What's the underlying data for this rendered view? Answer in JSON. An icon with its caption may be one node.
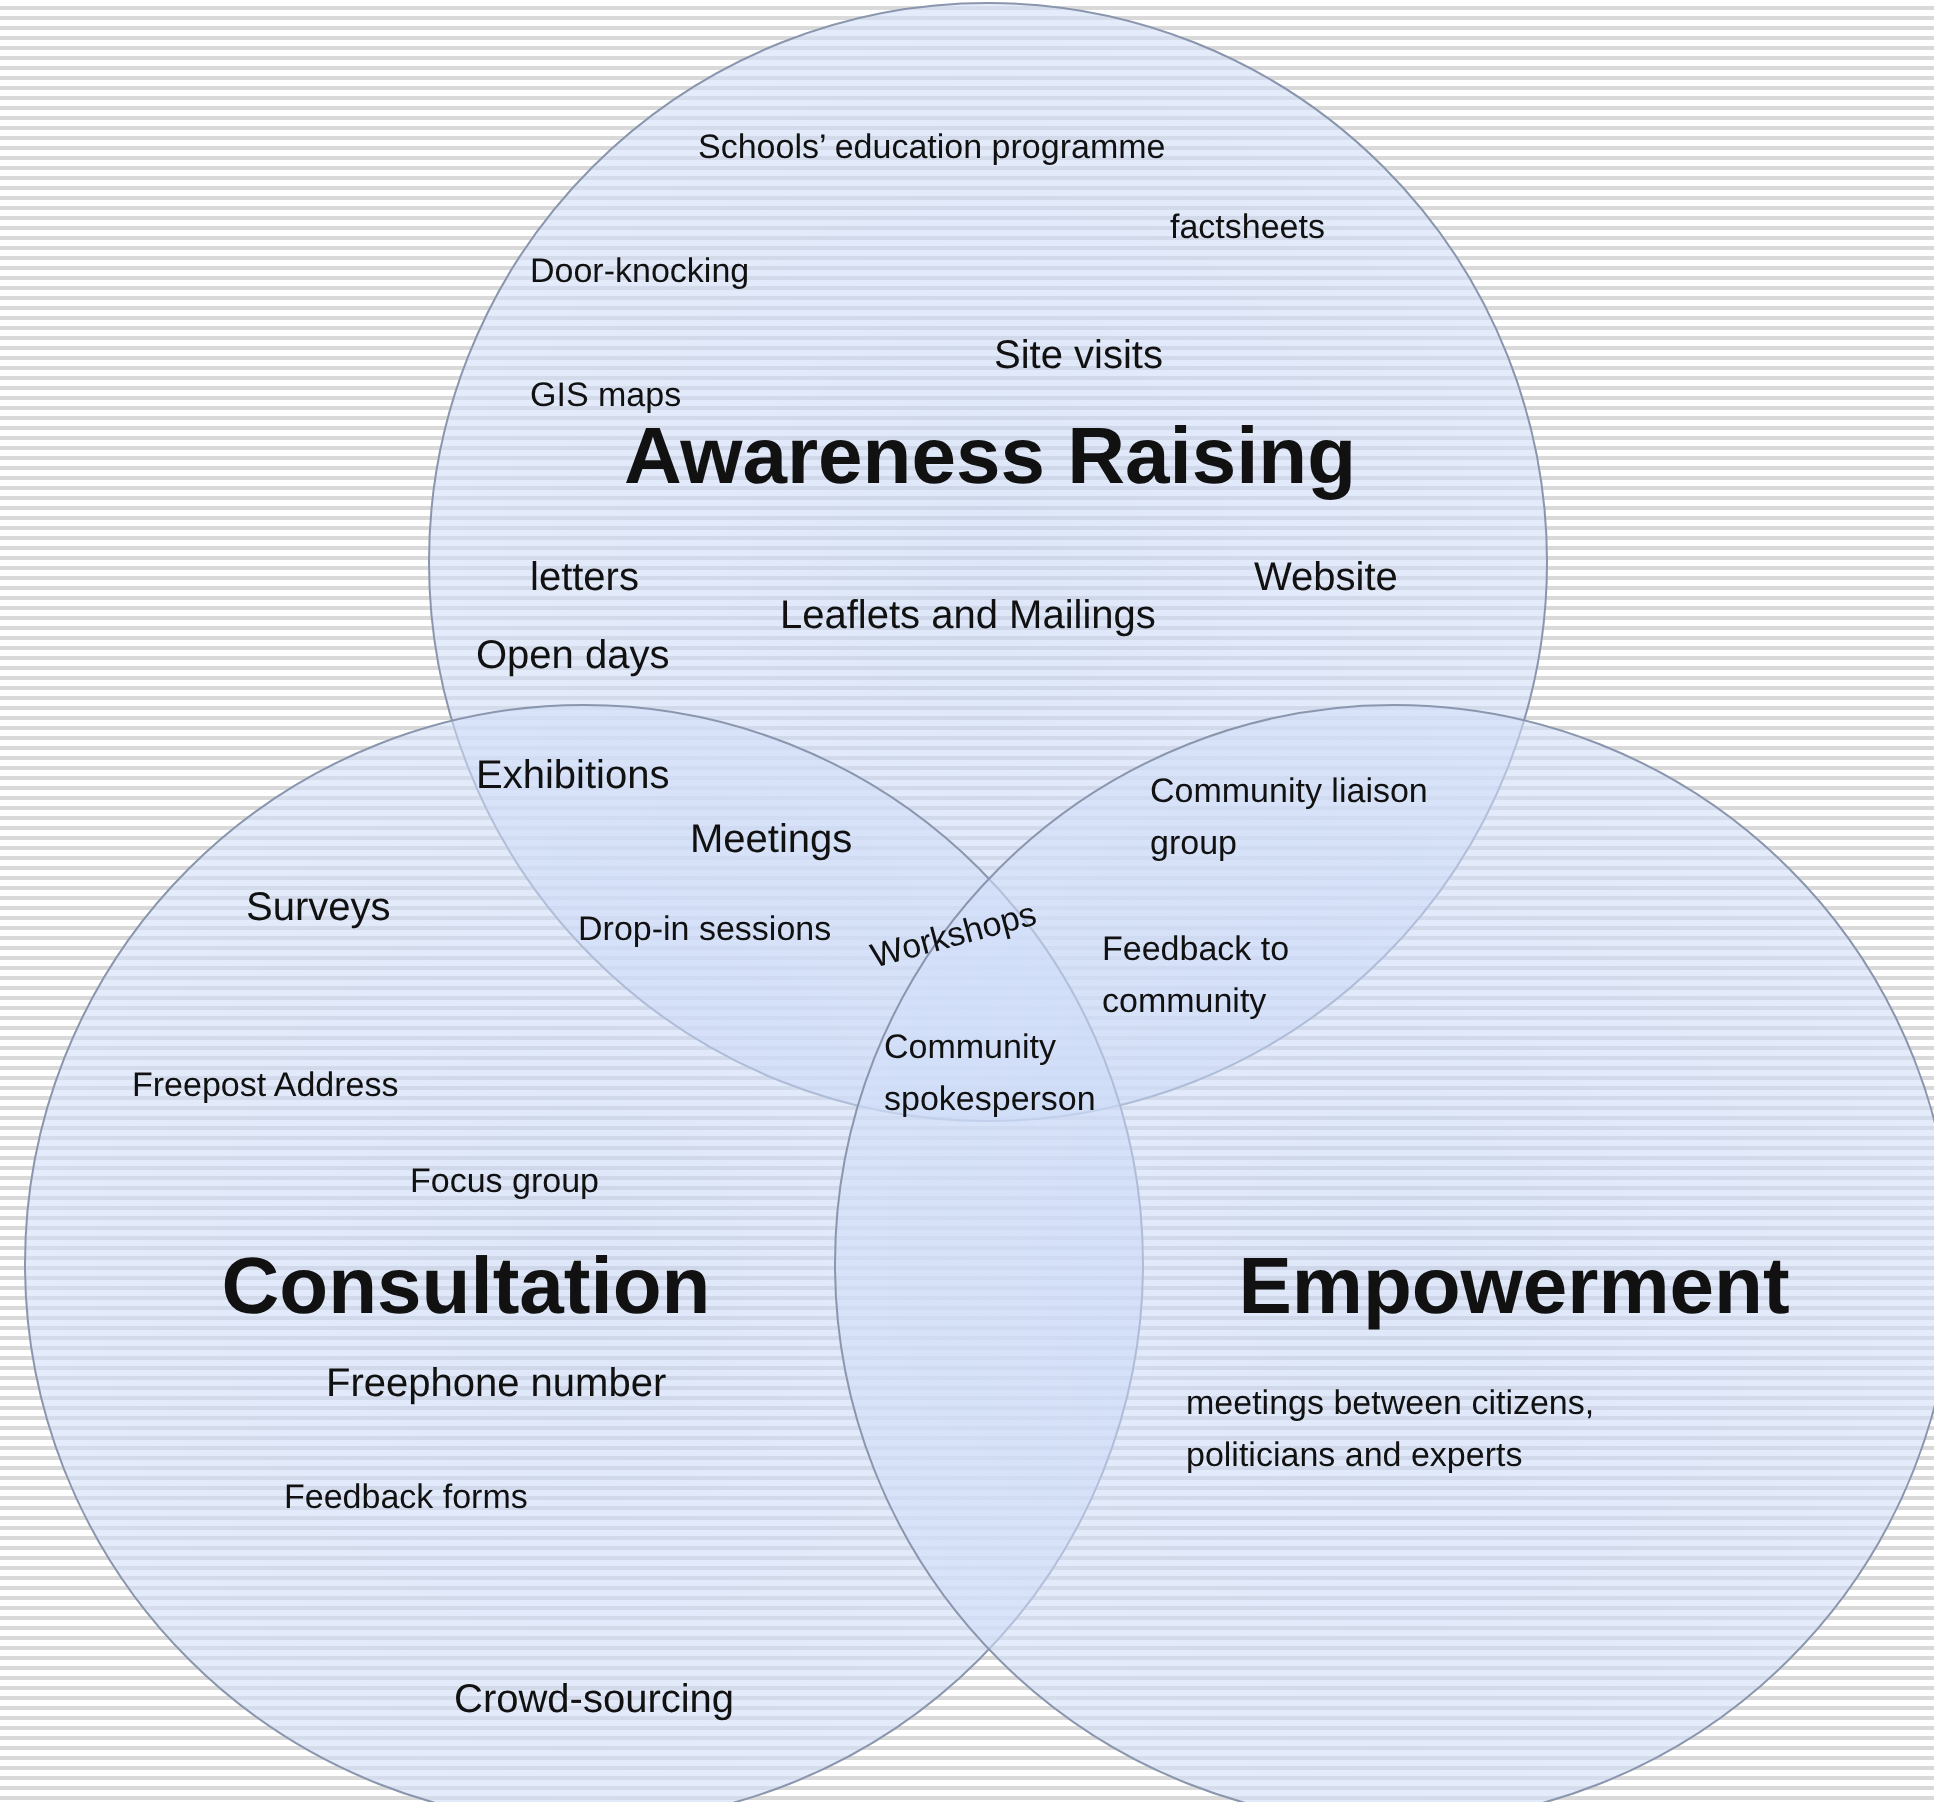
{
  "diagram": {
    "nodes": [
      {
        "text": [
          "Awareness Raising"
        ]
      },
      {
        "text": [
          "Consultation"
        ]
      },
      {
        "text": [
          "Empowerment"
        ]
      }
    ],
    "edges": [],
    "labels": [
      "Schools’ education programme",
      "factsheets",
      "Door-knocking",
      "Site visits",
      "GIS maps",
      "letters",
      "Website",
      "Leaflets and Mailings",
      "Open days",
      "Exhibitions",
      "Community liaison group",
      "Meetings",
      "Surveys",
      "Drop-in sessions",
      "Workshops",
      "Feedback to community",
      "Community spokesperson",
      "Freepost Address",
      "Focus group",
      "Freephone number",
      "meetings between citizens, politicians and experts",
      "Feedback forms",
      "Crowd-sourcing"
    ]
  }
}
